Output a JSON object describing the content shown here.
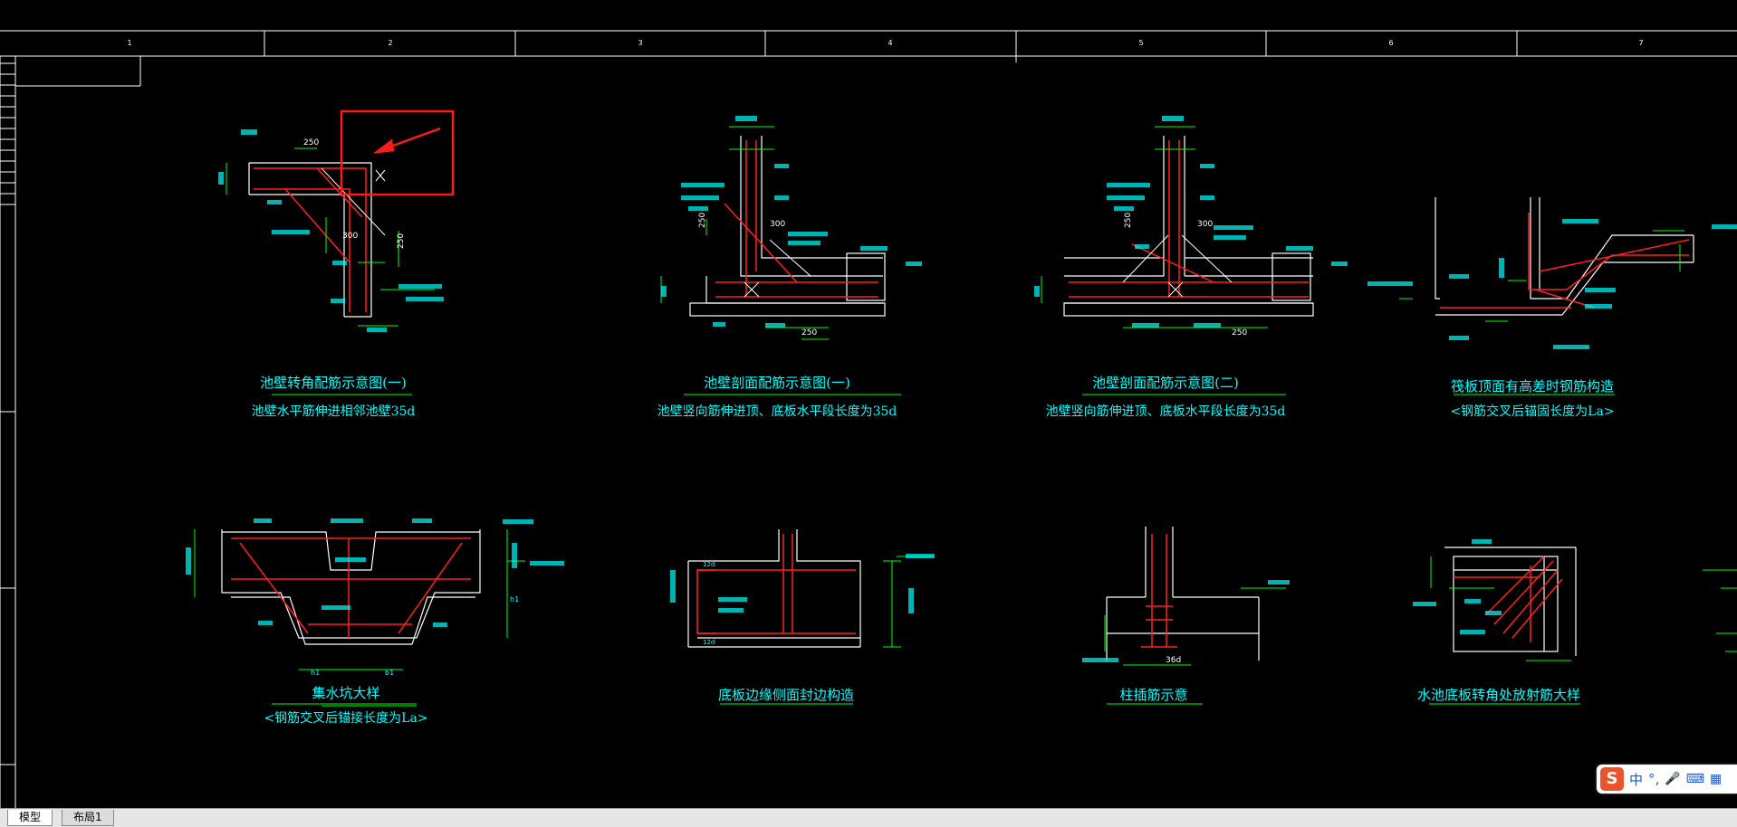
{
  "grid": {
    "column_numbers": [
      "1",
      "2",
      "3",
      "4",
      "5",
      "6",
      "7"
    ]
  },
  "captions": [
    {
      "title": "池壁转角配筋示意图(一)",
      "subtitle": "池壁水平筋伸进相邻池壁35d"
    },
    {
      "title": "池壁剖面配筋示意图(一)",
      "subtitle": "池壁竖向筋伸进顶、底板水平段长度为35d"
    },
    {
      "title": "池壁剖面配筋示意图(二)",
      "subtitle": "池壁竖向筋伸进顶、底板水平段长度为35d"
    },
    {
      "title": "筏板顶面有高差时钢筋构造",
      "subtitle": "<钢筋交叉后锚固长度为La>"
    },
    {
      "title": "集水坑大样",
      "subtitle": "<钢筋交叉后锚接长度为La>"
    },
    {
      "title": "底板边缘侧面封边构造",
      "subtitle": ""
    },
    {
      "title": "柱插筋示意",
      "subtitle": ""
    },
    {
      "title": "水池底板转角处放射筋大样",
      "subtitle": ""
    }
  ],
  "dimensions": {
    "d250": "250",
    "d300": "300",
    "d36d": "36d",
    "h1": "h1",
    "b1": "b1",
    "d12d": "12d"
  },
  "tabs": {
    "model": "模型",
    "layout1": "布局1"
  },
  "ime": {
    "logo": "S",
    "mode": "中",
    "punct": "°,",
    "mic_icon": "microphone-icon",
    "keyboard_icon": "keyboard-icon",
    "grid_icon": "grid-icon"
  },
  "colors": {
    "line_white": "#ffffff",
    "rebar_red": "#ff2020",
    "dim_green": "#00ff00",
    "text_cyan": "#00ffff",
    "highlight_red": "#ff1a1a"
  }
}
